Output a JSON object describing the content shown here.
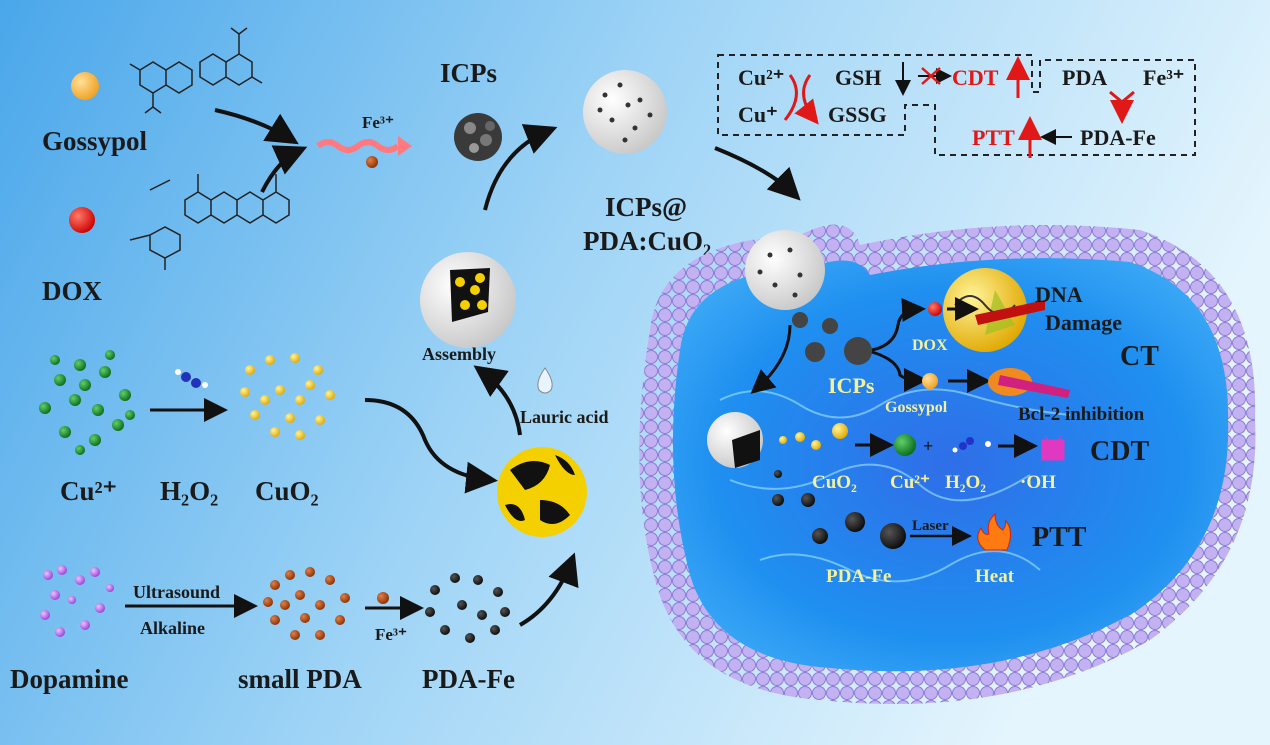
{
  "left": {
    "gossypol": "Gossypol",
    "dox": "DOX",
    "fe3_top": "Fe³⁺",
    "icps": "ICPs",
    "icps_pda_line1": "ICPs@",
    "icps_pda_line2": "PDA:CuO₂",
    "assembly": "Assembly",
    "lauric_acid": "Lauric acid",
    "cu2": "Cu²⁺",
    "h2o2": "H₂O₂",
    "cuo2": "CuO₂",
    "ultrasound": "Ultrasound",
    "alkaline": "Alkaline",
    "fe3_bottom": "Fe³⁺",
    "dopamine": "Dopamine",
    "small_pda": "small PDA",
    "pda_fe": "PDA-Fe"
  },
  "mechanism_box": {
    "cu2": "Cu²⁺",
    "cu1": "Cu⁺",
    "gsh": "GSH",
    "gssg": "GSSG",
    "cdt": "CDT",
    "pda": "PDA",
    "fe3": "Fe³⁺",
    "ptt": "PTT",
    "pda_fe": "PDA-Fe"
  },
  "cell": {
    "dna_damage_1": "DNA",
    "dna_damage_2": "Damage",
    "dox": "DOX",
    "ct": "CT",
    "icps": "ICPs",
    "gossypol": "Gossypol",
    "bcl2": "Bcl-2 inhibition",
    "cdt": "CDT",
    "cuo2": "CuO₂",
    "cu2": "Cu²⁺",
    "h2o2": "H₂O₂",
    "oh": "·OH",
    "laser": "Laser",
    "ptt": "PTT",
    "pda_fe": "PDA-Fe",
    "heat": "Heat"
  },
  "colors": {
    "red": "#e01818",
    "yellow_label": "#f4f19a",
    "membrane": "#b9a6ee"
  }
}
